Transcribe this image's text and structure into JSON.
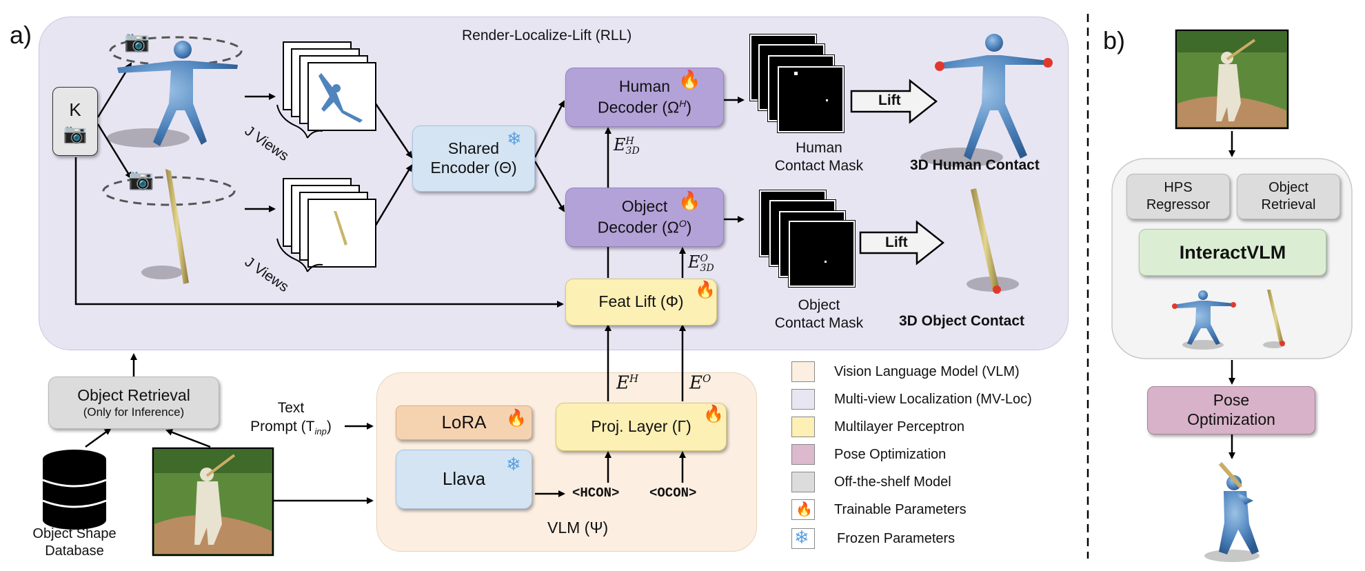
{
  "labels": {
    "panel_a": "a)",
    "panel_b": "b)",
    "rll_title": "Render-Localize-Lift (RLL)",
    "k_label": "K",
    "j_views_top": "J Views",
    "j_views_bottom": "J Views",
    "shared_encoder": "Shared\nEncoder (Θ)",
    "human_decoder": "Human\nDecoder (Ω",
    "human_decoder_sup": "H",
    "object_decoder": "Object\nDecoder (Ω",
    "object_decoder_sup": "O",
    "e3d_h": "E",
    "e3d_h_sup": "H",
    "e3d_h_sub": "3D",
    "e3d_o": "E",
    "e3d_o_sup": "O",
    "e3d_o_sub": "3D",
    "feat_lift": "Feat Lift (Φ)",
    "lift_top": "Lift",
    "lift_bottom": "Lift",
    "human_contact_mask": "Human\nContact Mask",
    "object_contact_mask": "Object\nContact Mask",
    "human_contact_3d": "3D Human Contact",
    "object_contact_3d": "3D Object Contact",
    "object_retrieval_title": "Object Retrieval",
    "object_retrieval_sub": "(Only for Inference)",
    "text_prompt_1": "Text",
    "text_prompt_2": "Prompt (T",
    "text_prompt_sub": "inp",
    "object_shape_db_1": "Object Shape",
    "object_shape_db_2": "Database",
    "lora": "LoRA",
    "llava": "Llava",
    "proj_layer": "Proj. Layer (Γ)",
    "eh": "E",
    "eh_sup": "H",
    "eo": "E",
    "eo_sup": "O",
    "hcon": "<HCON>",
    "ocon": "<OCON>",
    "vlm": "VLM (Ψ)",
    "hps_regressor": "HPS\nRegressor",
    "object_retrieval_b": "Object\nRetrieval",
    "interactvlm": "InteractVLM",
    "pose_optimization": "Pose\nOptimization"
  },
  "legend": [
    {
      "label": "Vision Language Model (VLM)",
      "color": "#fcefe1"
    },
    {
      "label": "Multi-view Localization (MV-Loc)",
      "color": "#e9e6f3"
    },
    {
      "label": "Multilayer Perceptron",
      "color": "#fcf0b4"
    },
    {
      "label": "Pose Optimization",
      "color": "#dcb9cc"
    },
    {
      "label": "Off-the-shelf Model",
      "color": "#dcdcdc"
    },
    {
      "label": "Trainable Parameters",
      "icon": "flame-icon"
    },
    {
      "label": "Frozen Parameters",
      "icon": "snowflake-icon"
    }
  ],
  "colors": {
    "rll_panel": "#e8e5f3",
    "vlm_panel": "#fcefe1",
    "decoder": "#b3a2d8",
    "encoder": "#d4e4f3",
    "mlp": "#fcf0b4",
    "lora": "#f5d3b0",
    "llava": "#d4e4f3",
    "offshelf": "#dcdcdc",
    "pose_opt": "#d8b2c8",
    "interactvlm": "#dbeed4",
    "flame": "#f0581e",
    "snow": "#5aa0e0"
  }
}
